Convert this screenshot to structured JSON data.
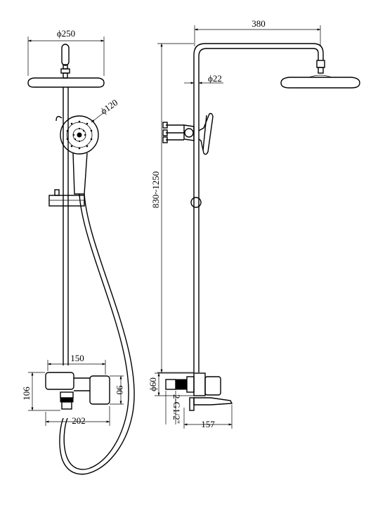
{
  "drawing": {
    "front_view": {
      "head_diameter": "ϕ250",
      "handheld_diameter": "ϕ120",
      "mixer_width": "150",
      "mixer_height": "106",
      "body_height": "90",
      "spout_depth": "202"
    },
    "side_view": {
      "arm_length": "380",
      "pipe_diameter": "ϕ22",
      "adjustable_height": "830~1250",
      "inlet_diameter": "ϕ60",
      "connection_thread": "2-G1/2\"",
      "spout_projection": "157"
    }
  }
}
